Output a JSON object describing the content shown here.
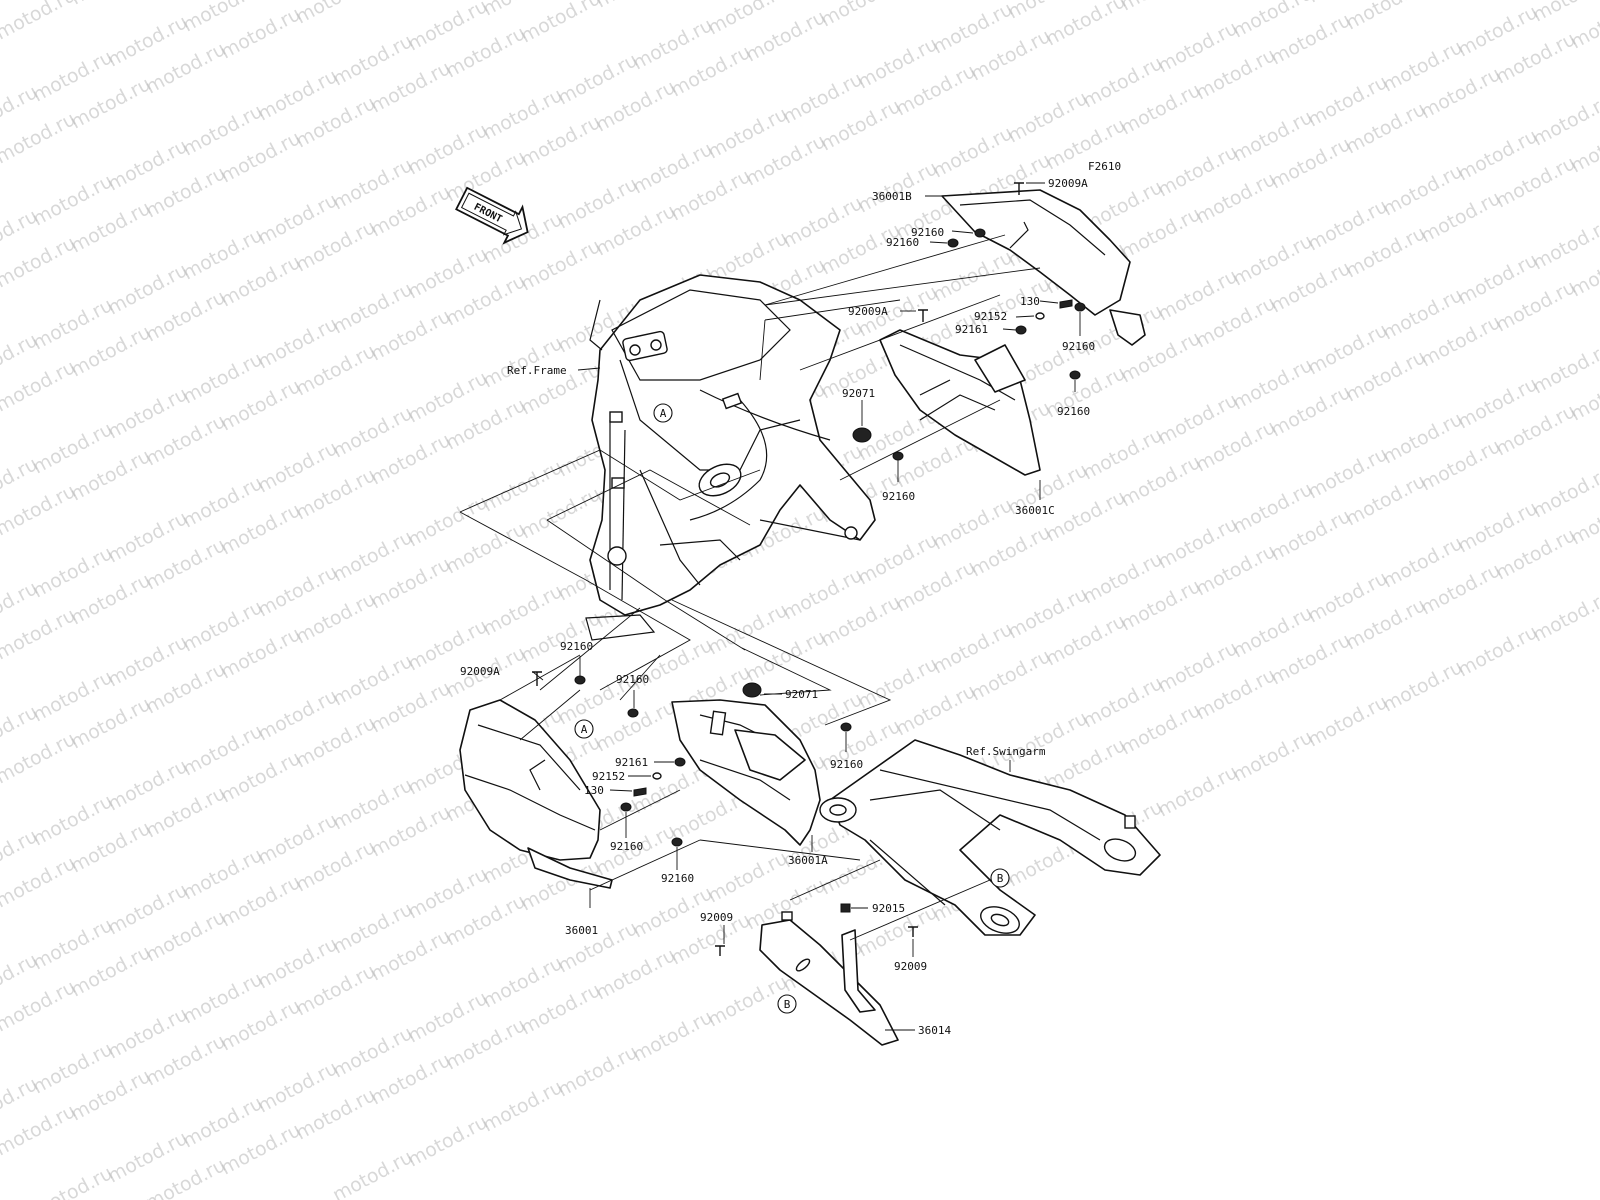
{
  "figure_code": "F2610",
  "front_arrow_label": "FRONT",
  "watermark_text": "motod.ru",
  "refs": {
    "frame": "Ref.Frame",
    "swingarm": "Ref.Swingarm"
  },
  "callouts": {
    "a": "A",
    "b": "B"
  },
  "parts": {
    "cover_36001": "36001",
    "cover_36001A": "36001A",
    "cover_36001B": "36001B",
    "cover_36001C": "36001C",
    "guard_36014": "36014",
    "bolt_130": "130",
    "bolt_92009": "92009",
    "bolt_92009A": "92009A",
    "nut_92015": "92015",
    "damper_92071": "92071",
    "collar_92152": "92152",
    "damper_92160": "92160",
    "damper_92161": "92161"
  }
}
